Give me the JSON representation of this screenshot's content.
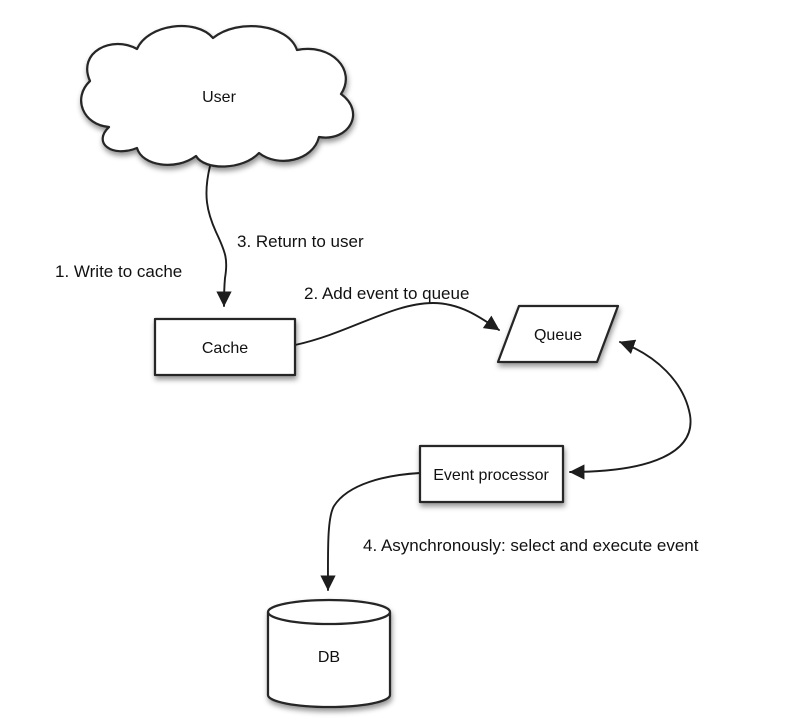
{
  "diagram": {
    "type": "flow-diagram",
    "background_color": "#ffffff",
    "stroke_color": "#262626",
    "text_color": "#111111",
    "nodes": [
      {
        "id": "user",
        "shape": "cloud",
        "label": "User"
      },
      {
        "id": "cache",
        "shape": "rectangle",
        "label": "Cache"
      },
      {
        "id": "queue",
        "shape": "parallelogram",
        "label": "Queue"
      },
      {
        "id": "event-processor",
        "shape": "rectangle",
        "label": "Event processor"
      },
      {
        "id": "db",
        "shape": "cylinder",
        "label": "DB"
      }
    ],
    "edges": [
      {
        "from": "user",
        "to": "cache",
        "style": "arrow"
      },
      {
        "from": "cache",
        "to": "queue",
        "style": "arrow"
      },
      {
        "from": "queue",
        "to": "event-processor",
        "style": "double-arrow"
      },
      {
        "from": "event-processor",
        "to": "db",
        "style": "arrow"
      }
    ],
    "annotations": [
      {
        "id": "step-1",
        "text": "1. Write to cache"
      },
      {
        "id": "step-2",
        "text": "2. Add event to queue"
      },
      {
        "id": "step-3",
        "text": "3. Return to user"
      },
      {
        "id": "step-4",
        "text": "4. Asynchronously: select and execute event"
      }
    ]
  }
}
